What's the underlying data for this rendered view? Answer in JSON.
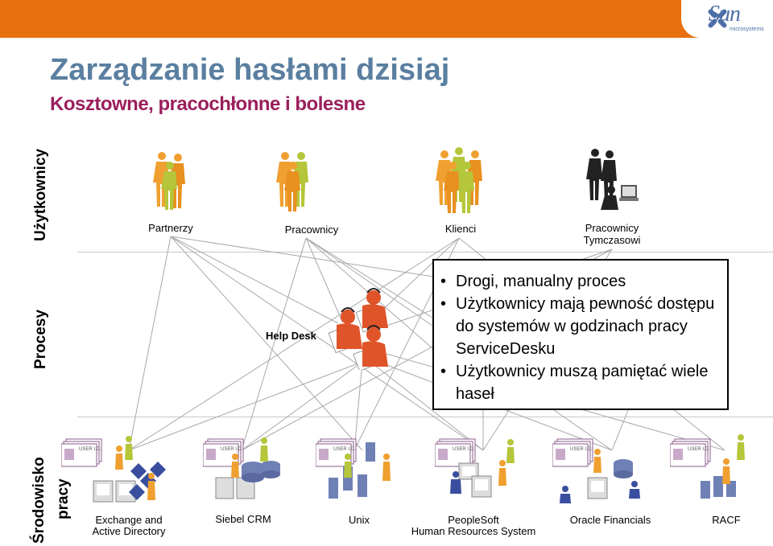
{
  "title": "Zarządzanie hasłami dzisiaj",
  "subtitle": "Kosztowne, pracochłonne i bolesne",
  "logo": {
    "text": "Sun",
    "tagline": "microsystems"
  },
  "rows": {
    "users": "Użytkownicy",
    "processes": "Procesy",
    "environment_line1": "Środowisko",
    "environment_line2": "pracy"
  },
  "users": [
    {
      "label": "Partnerzy",
      "icon": "people-group-icon"
    },
    {
      "label": "Pracownicy",
      "icon": "people-group-icon"
    },
    {
      "label": "Klienci",
      "icon": "people-group-icon"
    },
    {
      "label_line1": "Pracownicy",
      "label_line2": "Tymczasowi",
      "icon": "people-at-computer-icon"
    }
  ],
  "helpdesk": {
    "label": "Help Desk",
    "icon": "helpdesk-operators-icon"
  },
  "problems": [
    "Drogi, manualny proces",
    "Użytkownicy mają pewność dostępu do systemów w godzinach pracy ServiceDesku",
    "Użytkownicy muszą pamiętać wiele haseł"
  ],
  "systems": [
    {
      "line1": "Exchange and",
      "line2": "Active Directory"
    },
    {
      "line1": "Siebel CRM",
      "line2": ""
    },
    {
      "line1": "Unix",
      "line2": ""
    },
    {
      "line1": "PeopleSoft",
      "line2": "Human Resources System"
    },
    {
      "line1": "Oracle Financials",
      "line2": ""
    },
    {
      "line1": "RACF",
      "line2": ""
    }
  ],
  "card_text": "USER I.D.",
  "colors": {
    "orange_bar": "#e8710e",
    "title_blue": "#5a7fa0",
    "subtitle_maroon": "#9a1f5c",
    "people_orange": "#f0a030",
    "people_green": "#b5c63a",
    "helpdesk_red": "#e0542a",
    "server_blue": "#6f80b5"
  }
}
